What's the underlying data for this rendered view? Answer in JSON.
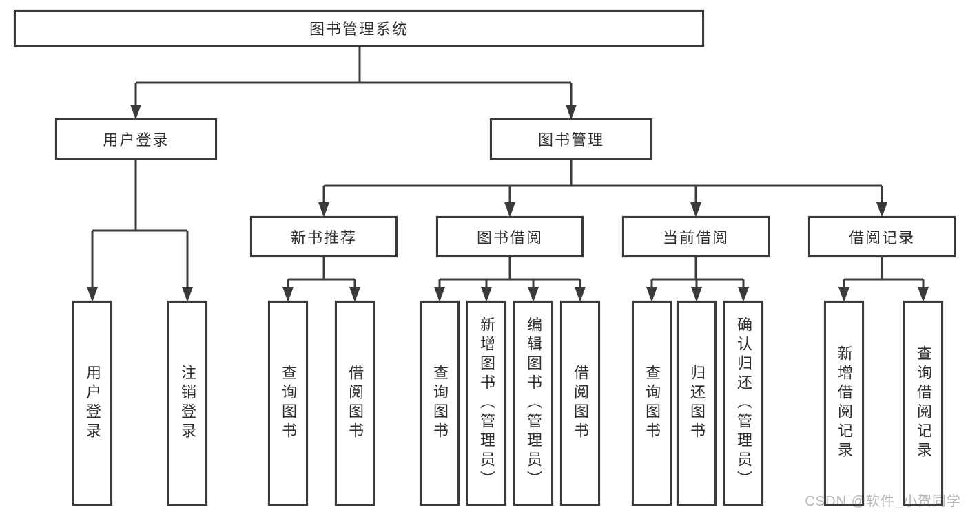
{
  "tree": {
    "root": {
      "label": "图书管理系统"
    },
    "branches": [
      {
        "label": "用户登录",
        "children": [
          {
            "label": "用户登录"
          },
          {
            "label": "注销登录"
          }
        ]
      },
      {
        "label": "图书管理",
        "children": [
          {
            "label": "新书推荐",
            "children": [
              {
                "label": "查询图书"
              },
              {
                "label": "借阅图书"
              }
            ]
          },
          {
            "label": "图书借阅",
            "children": [
              {
                "label": "查询图书"
              },
              {
                "label": "新增图书（管理员）"
              },
              {
                "label": "编辑图书（管理员）"
              },
              {
                "label": "借阅图书"
              }
            ]
          },
          {
            "label": "当前借阅",
            "children": [
              {
                "label": "查询图书"
              },
              {
                "label": "归还图书"
              },
              {
                "label": "确认归还（管理员）"
              }
            ]
          },
          {
            "label": "借阅记录",
            "children": [
              {
                "label": "新增借阅记录"
              },
              {
                "label": "查询借阅记录"
              }
            ]
          }
        ]
      }
    ]
  },
  "watermark": {
    "text": "CSDN @软件_小贺同学"
  },
  "colors": {
    "line": "#3a3a3a",
    "box_border": "#3a3a3a",
    "text": "#2f2f2f",
    "watermark": "#b5b5b5",
    "background": "#ffffff"
  }
}
